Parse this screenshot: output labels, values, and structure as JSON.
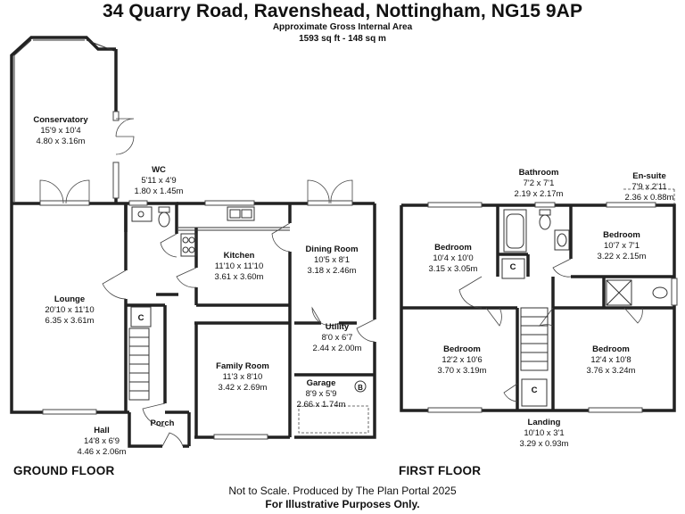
{
  "header": {
    "title": "34 Quarry Road, Ravenshead, Nottingham, NG15 9AP",
    "area_label": "Approximate Gross Internal Area",
    "area_value": "1593 sq ft - 148 sq m"
  },
  "floors": {
    "ground": "GROUND FLOOR",
    "first": "FIRST FLOOR"
  },
  "rooms": {
    "conservatory": {
      "name": "Conservatory",
      "imperial": "15'9 x 10'4",
      "metric": "4.80 x 3.16m"
    },
    "wc": {
      "name": "WC",
      "imperial": "5'11 x 4'9",
      "metric": "1.80 x 1.45m"
    },
    "kitchen": {
      "name": "Kitchen",
      "imperial": "11'10 x 11'10",
      "metric": "3.61 x 3.60m"
    },
    "dining": {
      "name": "Dining Room",
      "imperial": "10'5 x 8'1",
      "metric": "3.18 x 2.46m"
    },
    "lounge": {
      "name": "Lounge",
      "imperial": "20'10 x 11'10",
      "metric": "6.35 x 3.61m"
    },
    "utility": {
      "name": "Utility",
      "imperial": "8'0 x 6'7",
      "metric": "2.44 x 2.00m"
    },
    "family": {
      "name": "Family Room",
      "imperial": "11'3 x 8'10",
      "metric": "3.42 x 2.69m"
    },
    "garage": {
      "name": "Garage",
      "imperial": "8'9 x 5'9",
      "metric": "2.66 x 1.74m"
    },
    "porch": {
      "name": "Porch"
    },
    "hall": {
      "name": "Hall",
      "imperial": "14'8 x 6'9",
      "metric": "4.46 x 2.06m"
    },
    "bathroom": {
      "name": "Bathroom",
      "imperial": "7'2 x 7'1",
      "metric": "2.19 x 2.17m"
    },
    "ensuite": {
      "name": "En-suite",
      "imperial": "7'9 x 2'11",
      "metric": "2.36 x 0.88m"
    },
    "bed1": {
      "name": "Bedroom",
      "imperial": "10'4 x 10'0",
      "metric": "3.15 x 3.05m"
    },
    "bed2": {
      "name": "Bedroom",
      "imperial": "10'7 x 7'1",
      "metric": "3.22 x 2.15m"
    },
    "bed3": {
      "name": "Bedroom",
      "imperial": "12'2 x 10'6",
      "metric": "3.70 x 3.19m"
    },
    "bed4": {
      "name": "Bedroom",
      "imperial": "12'4 x 10'8",
      "metric": "3.76 x 3.24m"
    },
    "landing": {
      "name": "Landing",
      "imperial": "10'10 x 3'1",
      "metric": "3.29 x 0.93m"
    }
  },
  "markers": {
    "cupboard": "C",
    "boiler": "B"
  },
  "footer": {
    "line1": "Not to Scale. Produced by The Plan Portal 2025",
    "line2": "For Illustrative Purposes Only."
  }
}
